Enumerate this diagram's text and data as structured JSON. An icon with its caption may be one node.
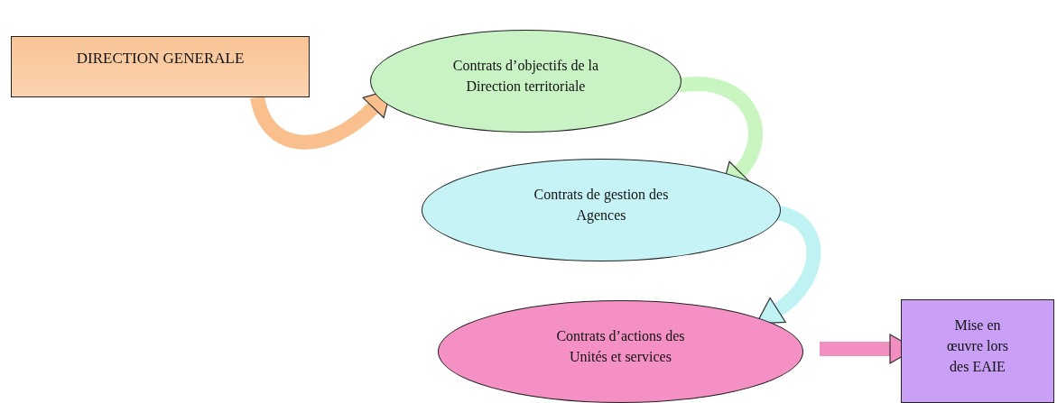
{
  "diagram": {
    "nodes": [
      {
        "text": [
          "DIRECTION GENERALE"
        ]
      },
      {
        "text": [
          "Contrats d’objectifs de la Direction territoriale"
        ]
      },
      {
        "text": [
          "Contrats de gestion des Agences"
        ]
      },
      {
        "text": [
          "Contrats d’actions des Unités et services"
        ]
      },
      {
        "text": [
          "Mise en œuvre lors des EAIE"
        ]
      }
    ],
    "edges": [
      {
        "from": 0,
        "to": 1,
        "arrow": "to",
        "color": "#f9c08e"
      },
      {
        "from": 1,
        "to": 2,
        "arrow": "to",
        "color": "#c8f5c0"
      },
      {
        "from": 2,
        "to": 3,
        "arrow": "to",
        "color": "#bff3f3"
      },
      {
        "from": 3,
        "to": 4,
        "arrow": "to",
        "color": "#f28ec0"
      }
    ]
  }
}
